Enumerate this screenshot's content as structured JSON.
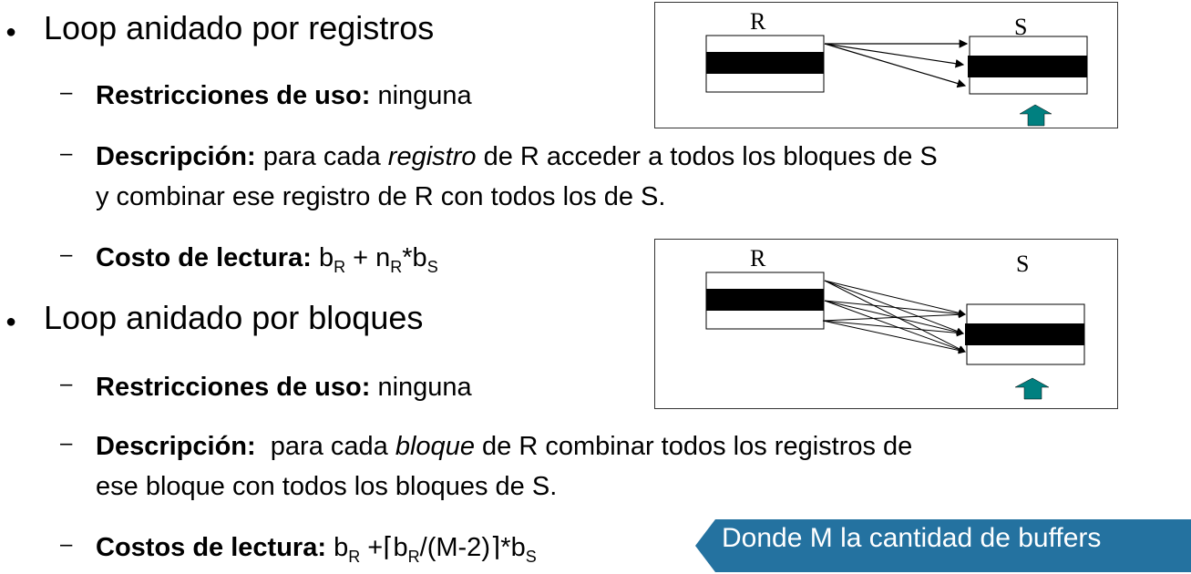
{
  "items": [
    {
      "title": "Loop anidado por registros",
      "restricciones": {
        "label": "Restricciones de uso:",
        "value": "ninguna"
      },
      "descripcion": {
        "label": "Descripción:",
        "pre": "para cada",
        "em": "registro",
        "post": "de R acceder a todos los bloques de S",
        "line2": "y combinar ese registro de R con todos los de S."
      },
      "costo": {
        "label": "Costo de lectura:",
        "t1": "b",
        "s1": "R",
        "t2": "+ n",
        "s2": "R",
        "t3": "*b",
        "s3": "S"
      },
      "diagram": {
        "left_label": "R",
        "right_label": "S"
      }
    },
    {
      "title": "Loop anidado por bloques",
      "restricciones": {
        "label": "Restricciones de uso:",
        "value": "ninguna"
      },
      "descripcion": {
        "label": "Descripción:",
        "pre": "para cada",
        "em": "bloque",
        "post": "de R combinar todos los registros de",
        "line2": "ese bloque con todos los bloques de S."
      },
      "costo": {
        "label": "Costos de lectura:",
        "t1": "b",
        "s1": "R",
        "t2": "+⌈b",
        "s2": "R",
        "t3": "/(M-2)⌉*b",
        "s3": "S"
      },
      "diagram": {
        "left_label": "R",
        "right_label": "S"
      }
    }
  ],
  "callout": {
    "text": "Donde M la cantidad de buffers",
    "color": "#2472a0"
  },
  "colors": {
    "arrow": "#008080"
  }
}
